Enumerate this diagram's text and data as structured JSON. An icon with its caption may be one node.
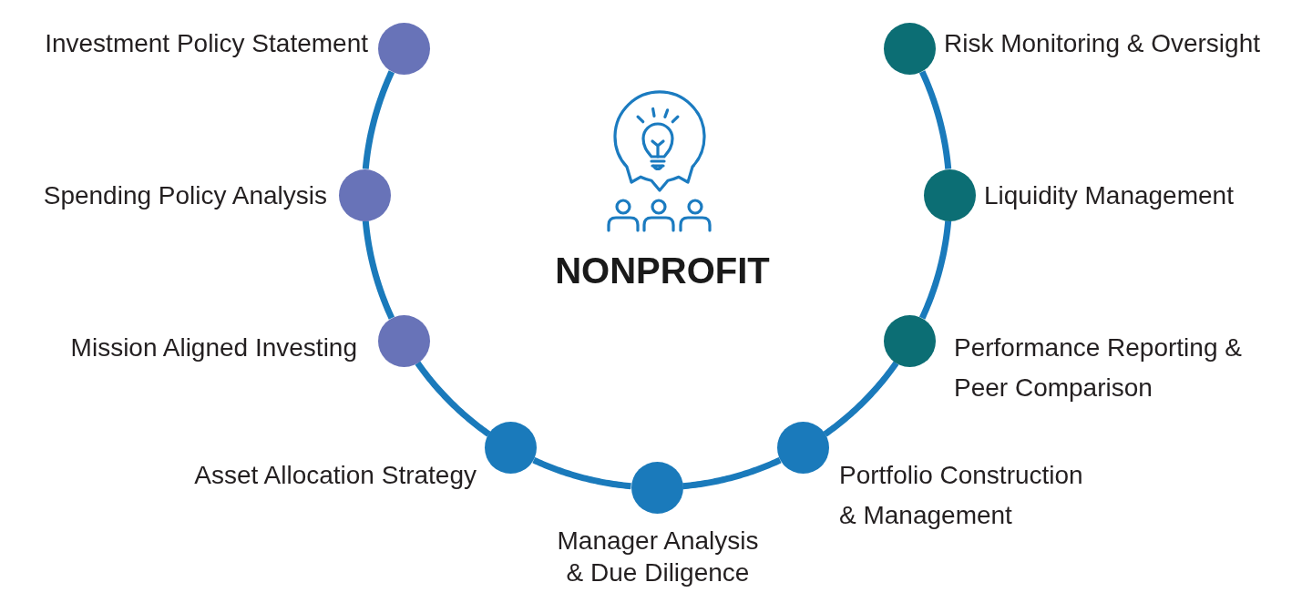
{
  "diagram": {
    "title": "NONPROFIT",
    "nodes": [
      {
        "text": [],
        "shape": "circle",
        "beside": [
          "Investment Policy Statement"
        ]
      },
      {
        "text": [],
        "shape": "circle",
        "beside": [
          "Spending Policy Analysis"
        ]
      },
      {
        "text": [],
        "shape": "circle",
        "beside": [
          "Mission Aligned Investing"
        ]
      },
      {
        "text": [],
        "shape": "circle",
        "beside": [
          "Asset Allocation Strategy"
        ]
      },
      {
        "text": [],
        "shape": "circle",
        "beside": [
          "Manager Analysis & Due Diligence"
        ]
      },
      {
        "text": [],
        "shape": "circle",
        "beside": [
          "Portfolio Construction & Management"
        ]
      },
      {
        "text": [],
        "shape": "circle",
        "beside": [
          "Performance Reporting & Peer Comparison"
        ]
      },
      {
        "text": [],
        "shape": "circle",
        "beside": [
          "Liquidity Management"
        ]
      },
      {
        "text": [],
        "shape": "circle",
        "beside": [
          "Risk Monitoring & Oversight"
        ]
      }
    ],
    "edges": [
      {
        "from": 0,
        "to": 1,
        "arrow": "none"
      },
      {
        "from": 1,
        "to": 2,
        "arrow": "none"
      },
      {
        "from": 2,
        "to": 3,
        "arrow": "none"
      },
      {
        "from": 3,
        "to": 4,
        "arrow": "none"
      },
      {
        "from": 4,
        "to": 5,
        "arrow": "none"
      },
      {
        "from": 5,
        "to": 6,
        "arrow": "none"
      },
      {
        "from": 6,
        "to": 7,
        "arrow": "none"
      },
      {
        "from": 7,
        "to": 8,
        "arrow": "none"
      }
    ]
  }
}
